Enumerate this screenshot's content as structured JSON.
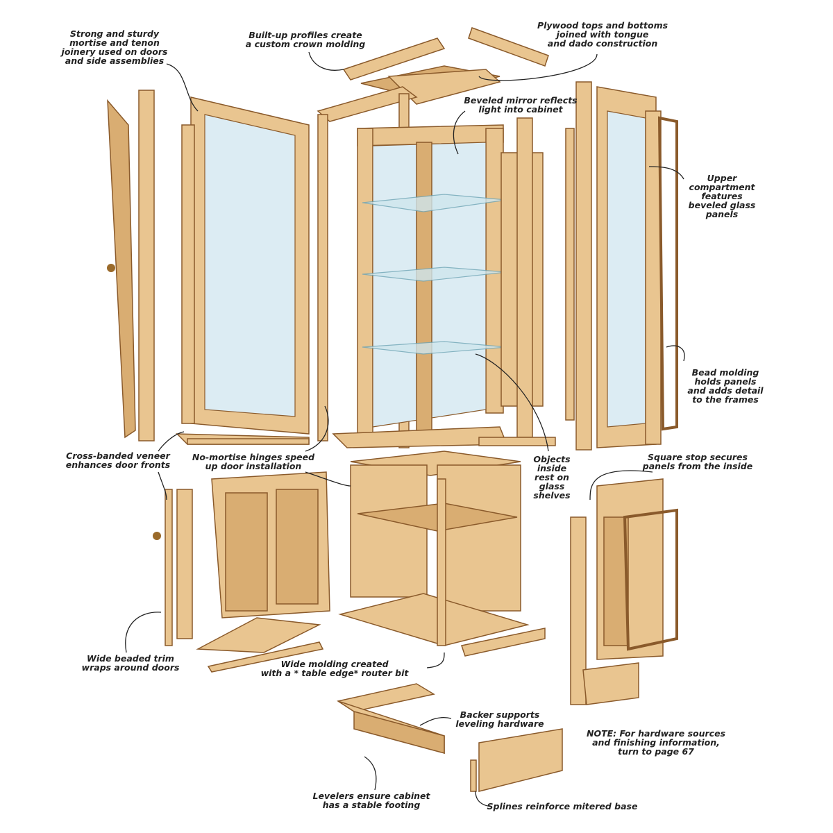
{
  "callouts": {
    "joinery": [
      "Strong and sturdy",
      "mortise and tenon",
      "joinery used on doors",
      "and side assemblies"
    ],
    "crown": [
      "Built-up profiles create",
      "a custom crown molding"
    ],
    "plywood": [
      "Plywood tops and bottoms",
      "joined with tongue",
      "and dado construction"
    ],
    "mirror": [
      "Beveled mirror reflects",
      "light into cabinet"
    ],
    "upper": [
      "Upper",
      "compartment",
      "features",
      "beveled glass",
      "panels"
    ],
    "bead": [
      "Bead molding",
      "holds panels",
      "and adds detail",
      "to the frames"
    ],
    "veneer": [
      "Cross-banded veneer",
      "enhances door fronts"
    ],
    "hinges": [
      "No-mortise hinges speed",
      "up door installation"
    ],
    "objects": [
      "Objects",
      "inside",
      "rest on",
      "glass",
      "shelves"
    ],
    "stop": [
      "Square stop secures",
      "panels from the inside"
    ],
    "trim": [
      "Wide beaded trim",
      "wraps around doors"
    ],
    "molding": [
      "Wide molding created",
      "with a * table edge* router bit"
    ],
    "backer": [
      "Backer supports",
      "leveling hardware"
    ],
    "note": [
      "NOTE: For hardware sources",
      "and finishing information,",
      "turn to page 67"
    ],
    "levelers": [
      "Levelers ensure cabinet",
      "has a stable footing"
    ],
    "splines": [
      "Splines reinforce mitered base"
    ]
  },
  "colors": {
    "wood": "#e9c590",
    "wood_edge": "#8a5a2b",
    "glass": "#dcecf3"
  }
}
